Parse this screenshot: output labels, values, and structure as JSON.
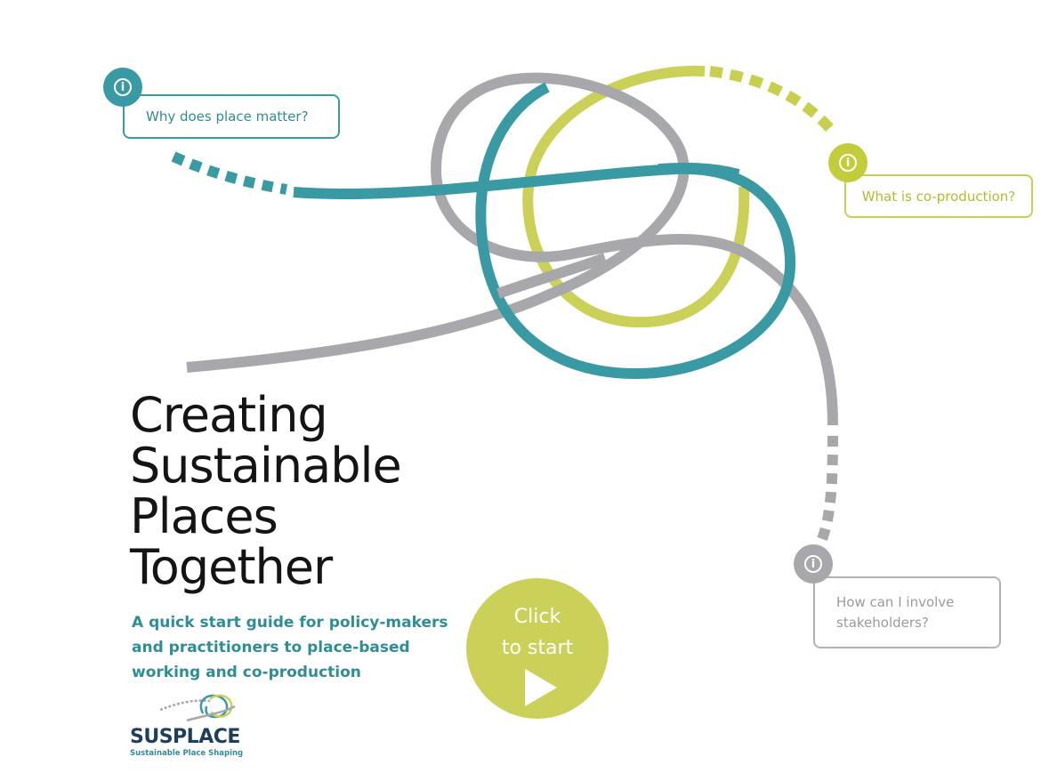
{
  "hotspots": {
    "place": {
      "label": "Why does place matter?",
      "icon": "info-icon",
      "color": "#3a9aa3"
    },
    "coproduction": {
      "label": "What is co-production?",
      "icon": "info-icon",
      "color": "#c3cc3b"
    },
    "stakeholders": {
      "label": "How can I involve stakeholders?",
      "icon": "info-icon",
      "color": "#a8a8ac"
    }
  },
  "title": "Creating\nSustainable\nPlaces\nTogether",
  "subtitle": "A quick start guide for policy-makers and practitioners to place-based working and co-production",
  "start_button": {
    "label": "Click\nto start",
    "icon": "play-icon"
  },
  "logo": {
    "name": "SUSPLACE",
    "tagline": "Sustainable Place Shaping"
  },
  "colors": {
    "teal": "#3a9aa3",
    "lime": "#c3cc3b",
    "grey": "#a8a8ac",
    "title": "#141414"
  }
}
